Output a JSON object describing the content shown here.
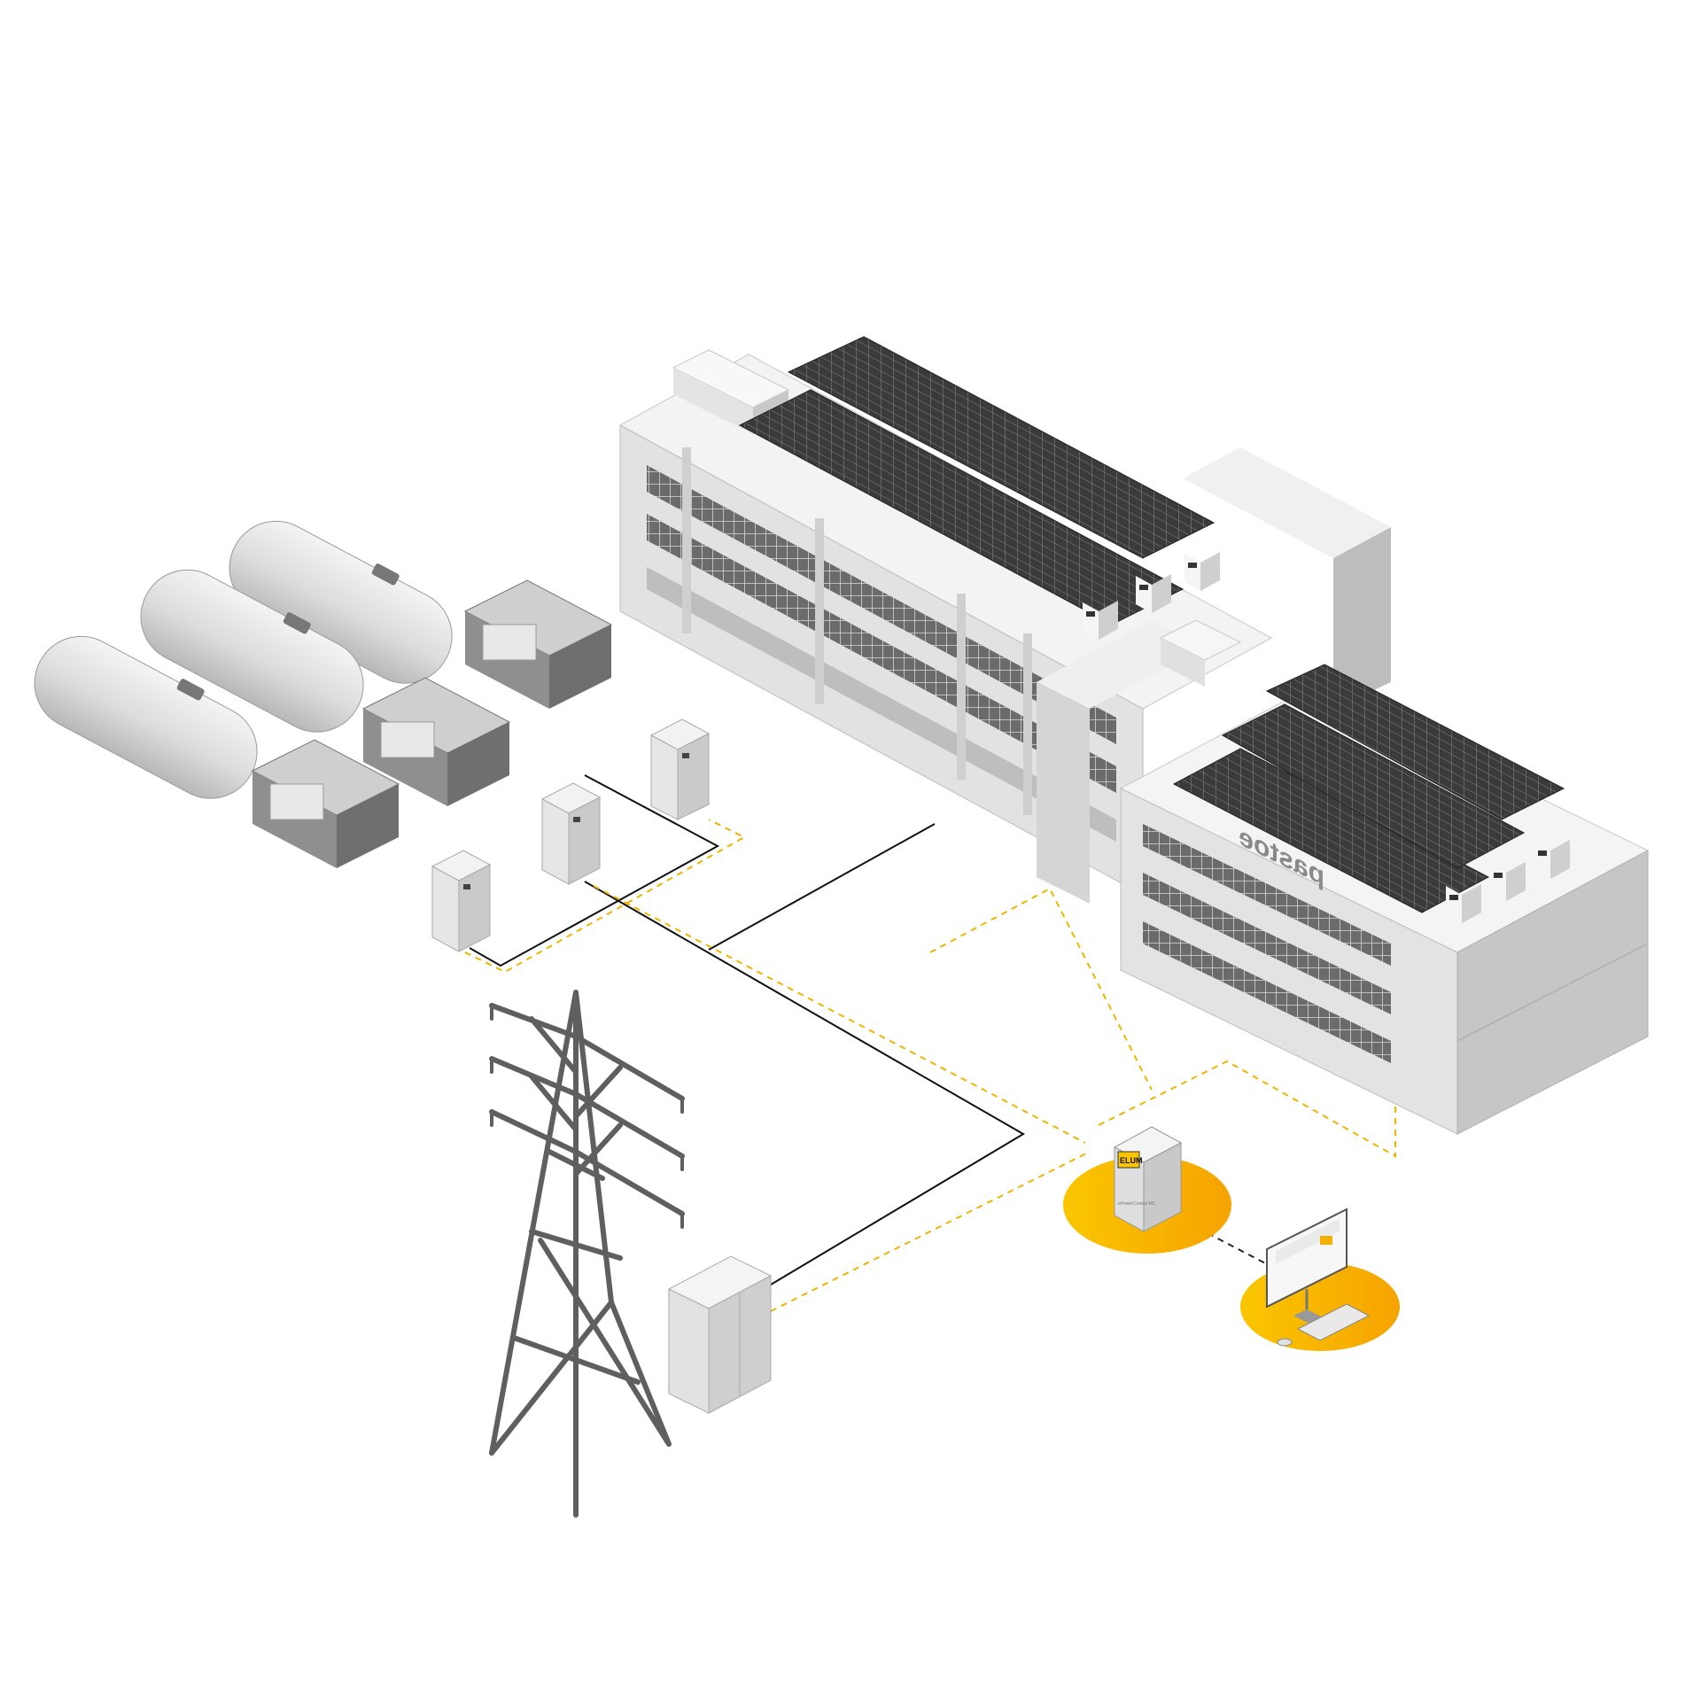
{
  "scene": {
    "building_sign": "pastoe",
    "controller_brand": "ELUM",
    "controller_caption": "ePowerControl MC"
  },
  "colors": {
    "background": "#ffffff",
    "accent": "#fbc600",
    "accent_dark": "#f5a300",
    "solid_line": "#111111",
    "dashed_line": "#f0b400",
    "pv_panel": "#3a3a3a",
    "structure": "#e6e6e6",
    "tower": "#5f5f5f"
  },
  "icons": [
    "fuel-tank-icon",
    "generator-engine-icon",
    "electrical-cabinet-icon",
    "transmission-tower-icon",
    "solar-panel-icon",
    "inverter-icon",
    "controller-cabinet-icon",
    "computer-monitor-icon"
  ]
}
